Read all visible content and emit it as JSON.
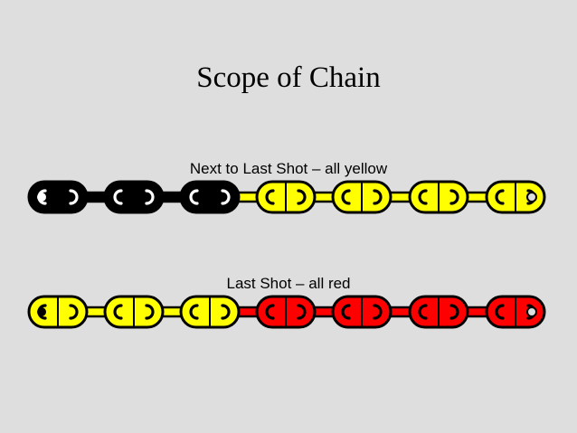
{
  "slide": {
    "title": "Scope of Chain"
  },
  "sections": [
    {
      "caption": "Next to Last Shot – all yellow",
      "links": [
        "black",
        "black",
        "black",
        "yellow",
        "yellow",
        "yellow",
        "yellow"
      ]
    },
    {
      "caption": "Last Shot – all red",
      "links": [
        "yellow",
        "yellow",
        "yellow",
        "red",
        "red",
        "red",
        "red"
      ]
    }
  ],
  "colors": {
    "background": "#dedede",
    "black": "#000000",
    "yellow": "#ffff00",
    "red": "#ff0000",
    "outline": "#000000"
  }
}
